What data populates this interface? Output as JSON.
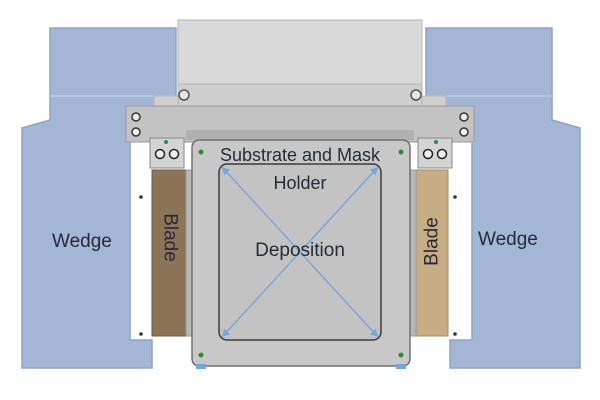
{
  "labels": {
    "wedge_left": "Wedge",
    "wedge_right": "Wedge",
    "blade_left": "Blade",
    "blade_right": "Blade",
    "holder_line1": "Substrate and Mask",
    "holder_line2": "Holder",
    "deposition": "Deposition"
  },
  "colors": {
    "wedge_fill": "#a3b6d6",
    "wedge_edge": "#8ea3c8",
    "blade_left": "#8c7458",
    "blade_right": "#c7ad84",
    "top_block": "#d9d9d9",
    "bar": "#c3c3c3",
    "holder": "#c8c8c8",
    "diagonal": "#6fa6dc",
    "screw_green": "#2f8a3a"
  }
}
